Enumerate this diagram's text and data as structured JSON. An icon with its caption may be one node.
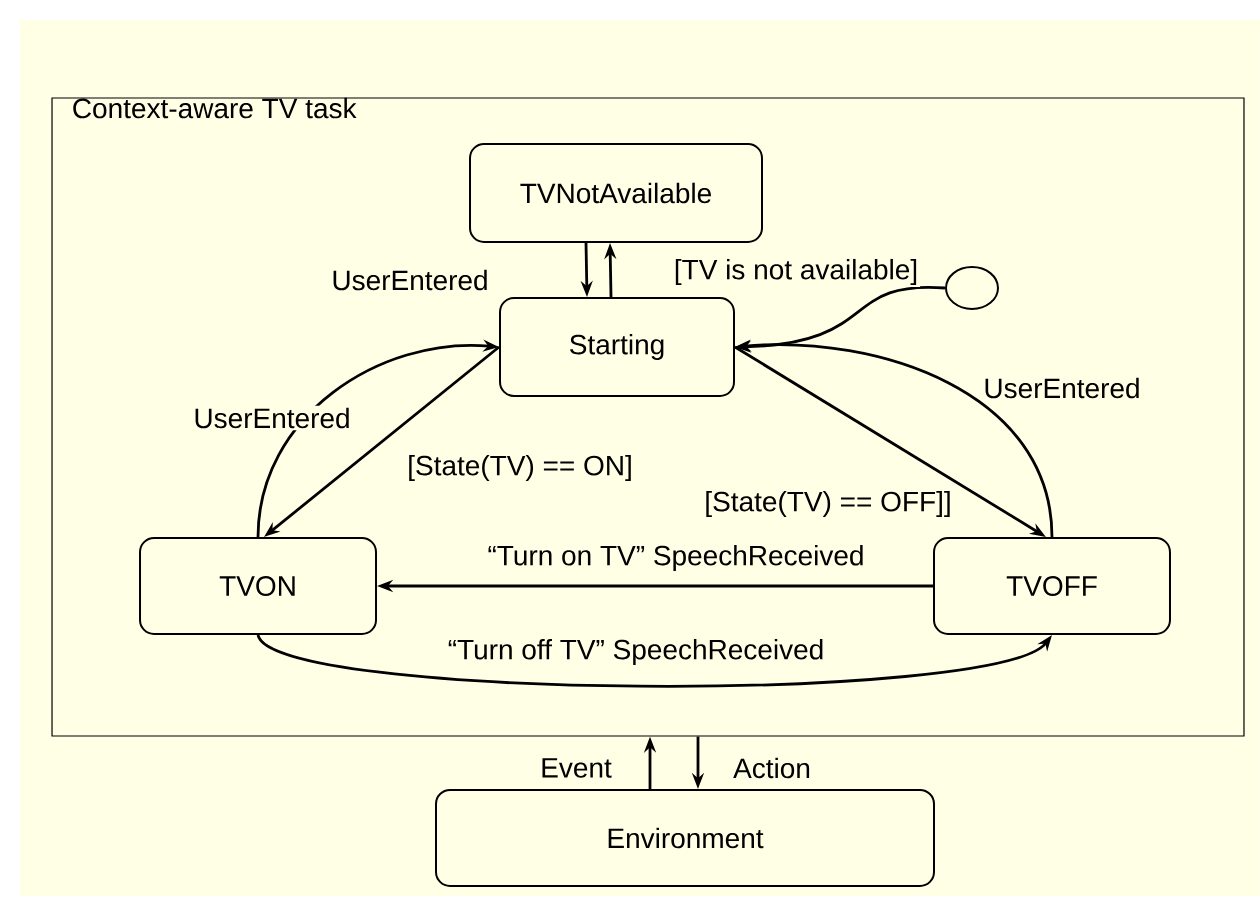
{
  "diagram": {
    "nodes": [
      {
        "text": [
          "Context-aware TV task"
        ]
      },
      {
        "text": [
          "TVNotAvailable"
        ],
        "in": 0
      },
      {
        "text": [
          "Starting"
        ],
        "in": 0
      },
      {
        "text": [
          "TVON"
        ],
        "in": 0
      },
      {
        "text": [
          "TVOFF"
        ],
        "in": 0
      },
      {
        "text": [
          "Environment"
        ]
      },
      {
        "text": [],
        "shape": "circle",
        "in": 0
      }
    ],
    "edges": [
      {
        "from": 1,
        "to": 2,
        "arrow": "to",
        "label": "UserEntered"
      },
      {
        "from": 2,
        "to": 1,
        "arrow": "to"
      },
      {
        "from": 6,
        "to": 2,
        "arrow": "to",
        "label": "[TV is not available]"
      },
      {
        "from": 3,
        "to": 2,
        "arrow": "to",
        "label": "UserEntered"
      },
      {
        "from": 2,
        "to": 3,
        "arrow": "to",
        "label": "[State(TV) == ON]"
      },
      {
        "from": 2,
        "to": 4,
        "arrow": "to",
        "label": "[State(TV) == OFF]]"
      },
      {
        "from": 4,
        "to": 2,
        "arrow": "to",
        "label": "UserEntered"
      },
      {
        "from": 4,
        "to": 3,
        "arrow": "to",
        "label": "“Turn on TV” SpeechReceived"
      },
      {
        "from": 3,
        "to": 4,
        "arrow": "to",
        "label": "“Turn off TV” SpeechReceived"
      },
      {
        "from": 5,
        "to": 0,
        "arrow": "to",
        "label": "Event"
      },
      {
        "from": 0,
        "to": 5,
        "arrow": "to",
        "label": "Action"
      }
    ]
  }
}
